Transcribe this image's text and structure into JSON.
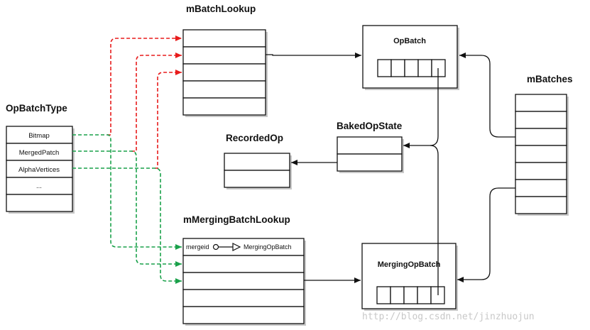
{
  "titles": {
    "batch_lookup": "mBatchLookup",
    "op_batch_type": "OpBatchType",
    "merging_lookup": "mMergingBatchLookup",
    "recorded_op": "RecordedOp",
    "baked_op_state": "BakedOpState",
    "batches": "mBatches"
  },
  "op_batch_type_rows": [
    "Bitmap",
    "MergedPatch",
    "AlphaVertices",
    "...",
    ""
  ],
  "merging_first_row": {
    "key": "mergeid",
    "value": "MergingOpBatch"
  },
  "op_batch": {
    "label": "OpBatch"
  },
  "merging_op_batch": {
    "label": "MergingOpBatch"
  },
  "watermark": "http://blog.csdn.net/jinzhuojun",
  "colors": {
    "red_arrow": "#e81c1c",
    "green_arrow": "#1aa14a",
    "line": "#111111"
  }
}
